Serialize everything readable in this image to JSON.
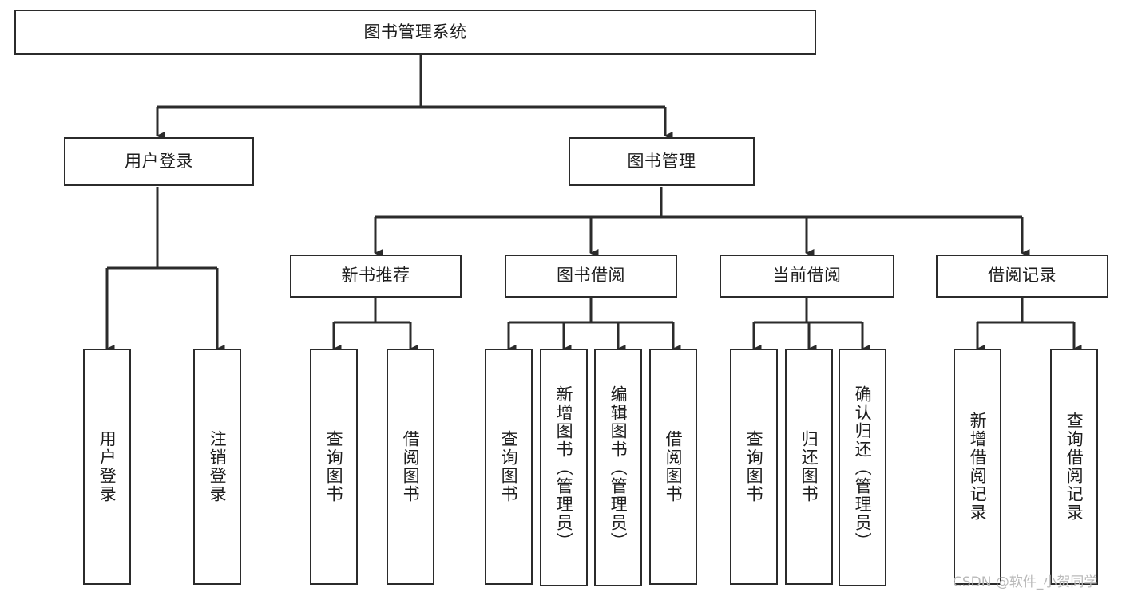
{
  "diagram": {
    "title": "图书管理系统",
    "type": "hierarchy-tree",
    "watermark": "CSDN @软件_小贺同学",
    "colors": {
      "box_border": "#2b2b2b",
      "box_fill": "#ffffff",
      "connector": "#2b2b2b",
      "text": "#1d1d1d",
      "watermark": "#b9b9b9"
    },
    "nodes": {
      "root": {
        "label": "图书管理系统"
      },
      "level1": [
        {
          "id": "user-login",
          "label": "用户登录"
        },
        {
          "id": "book-manage",
          "label": "图书管理"
        }
      ],
      "level2": [
        {
          "id": "new-book-recommend",
          "label": "新书推荐"
        },
        {
          "id": "book-borrow",
          "label": "图书借阅"
        },
        {
          "id": "current-borrow",
          "label": "当前借阅"
        },
        {
          "id": "borrow-record",
          "label": "借阅记录"
        }
      ],
      "leaves": {
        "user_login": [
          {
            "id": "leaf-user-login",
            "label": "用户登录"
          },
          {
            "id": "leaf-logout-login",
            "label": "注销登录"
          }
        ],
        "new_book_recommend": [
          {
            "id": "leaf-query-book-1",
            "label": "查询图书"
          },
          {
            "id": "leaf-borrow-book-1",
            "label": "借阅图书"
          }
        ],
        "book_borrow": [
          {
            "id": "leaf-query-book-2",
            "label": "查询图书"
          },
          {
            "id": "leaf-add-book",
            "label": "新增图书（管理员）"
          },
          {
            "id": "leaf-edit-book",
            "label": "编辑图书（管理员）"
          },
          {
            "id": "leaf-borrow-book-2",
            "label": "借阅图书"
          }
        ],
        "current_borrow": [
          {
            "id": "leaf-query-book-3",
            "label": "查询图书"
          },
          {
            "id": "leaf-return-book",
            "label": "归还图书"
          },
          {
            "id": "leaf-confirm-return",
            "label": "确认归还（管理员）"
          }
        ],
        "borrow_record": [
          {
            "id": "leaf-add-record",
            "label": "新增借阅记录"
          },
          {
            "id": "leaf-query-record",
            "label": "查询借阅记录"
          }
        ]
      }
    }
  }
}
